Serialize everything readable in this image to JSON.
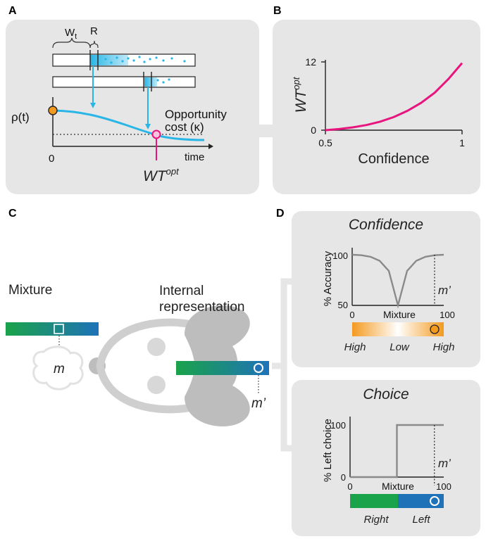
{
  "panel_labels": {
    "a": "A",
    "b": "B",
    "c": "C",
    "d": "D"
  },
  "panel_a": {
    "wt_label": "W",
    "wt_sub": "t",
    "r_label": "R",
    "rho_label": "ρ(t)",
    "opportunity_line1": "Opportunity",
    "opportunity_line2": "cost (κ)",
    "x_zero": "0",
    "x_label": "time",
    "wtopt_base": "WT",
    "wtopt_sup": "opt",
    "colors": {
      "curve": "#29b6e6",
      "marker": "#e8157f",
      "start": "#f39a1e"
    }
  },
  "panel_b": {
    "chart_data": {
      "type": "line",
      "xlabel": "Confidence",
      "ylabel_base": "WT",
      "ylabel_sup": "opt",
      "x_ticks": [
        "0.5",
        "1"
      ],
      "y_ticks": [
        "0",
        "12"
      ],
      "xlim": [
        0.5,
        1
      ],
      "ylim": [
        0,
        12
      ],
      "series": [
        {
          "color": "#e8157f",
          "x": [
            0.5,
            0.55,
            0.6,
            0.65,
            0.7,
            0.75,
            0.8,
            0.85,
            0.9,
            0.95,
            1.0
          ],
          "y": [
            0.0,
            0.2,
            0.5,
            0.9,
            1.5,
            2.3,
            3.4,
            4.8,
            6.6,
            9.0,
            11.8
          ]
        }
      ]
    }
  },
  "panel_c": {
    "mixture_label": "Mixture",
    "m_label": "m",
    "internal_line1": "Internal",
    "internal_line2": "representation",
    "m_prime": "m’",
    "colors": {
      "green": "#1aa34a",
      "blue": "#1f72b8",
      "rat": "#c4c4c4"
    }
  },
  "panel_d": {
    "confidence_panel": {
      "title": "Confidence",
      "chart_data": {
        "type": "line",
        "ylabel": "% Accuracy",
        "xlabel": "Mixture",
        "x_ticks": [
          "0",
          "100"
        ],
        "y_ticks": [
          "50",
          "100"
        ],
        "xlim": [
          0,
          100
        ],
        "ylim": [
          50,
          100
        ],
        "series": [
          {
            "color": "#8a8a8a",
            "x": [
              0,
              10,
              20,
              30,
              40,
              50,
              60,
              70,
              80,
              90,
              100
            ],
            "y": [
              100,
              99.5,
              98,
              94,
              84,
              50,
              84,
              94,
              98,
              99.5,
              100
            ]
          }
        ],
        "m_prime_x": 90
      },
      "m_prime": "m’",
      "scale_labels": [
        "High",
        "Low",
        "High"
      ]
    },
    "choice_panel": {
      "title": "Choice",
      "chart_data": {
        "type": "line",
        "ylabel": "% Left choice",
        "xlabel": "Mixture",
        "x_ticks": [
          "0",
          "100"
        ],
        "y_ticks": [
          "0",
          "100"
        ],
        "xlim": [
          0,
          100
        ],
        "ylim": [
          0,
          100
        ],
        "series": [
          {
            "color": "#8a8a8a",
            "x": [
              0,
              50,
              50,
              100
            ],
            "y": [
              0,
              0,
              100,
              100
            ]
          }
        ],
        "m_prime_x": 90
      },
      "m_prime": "m’",
      "scale_labels": [
        "Right",
        "Left"
      ]
    }
  }
}
